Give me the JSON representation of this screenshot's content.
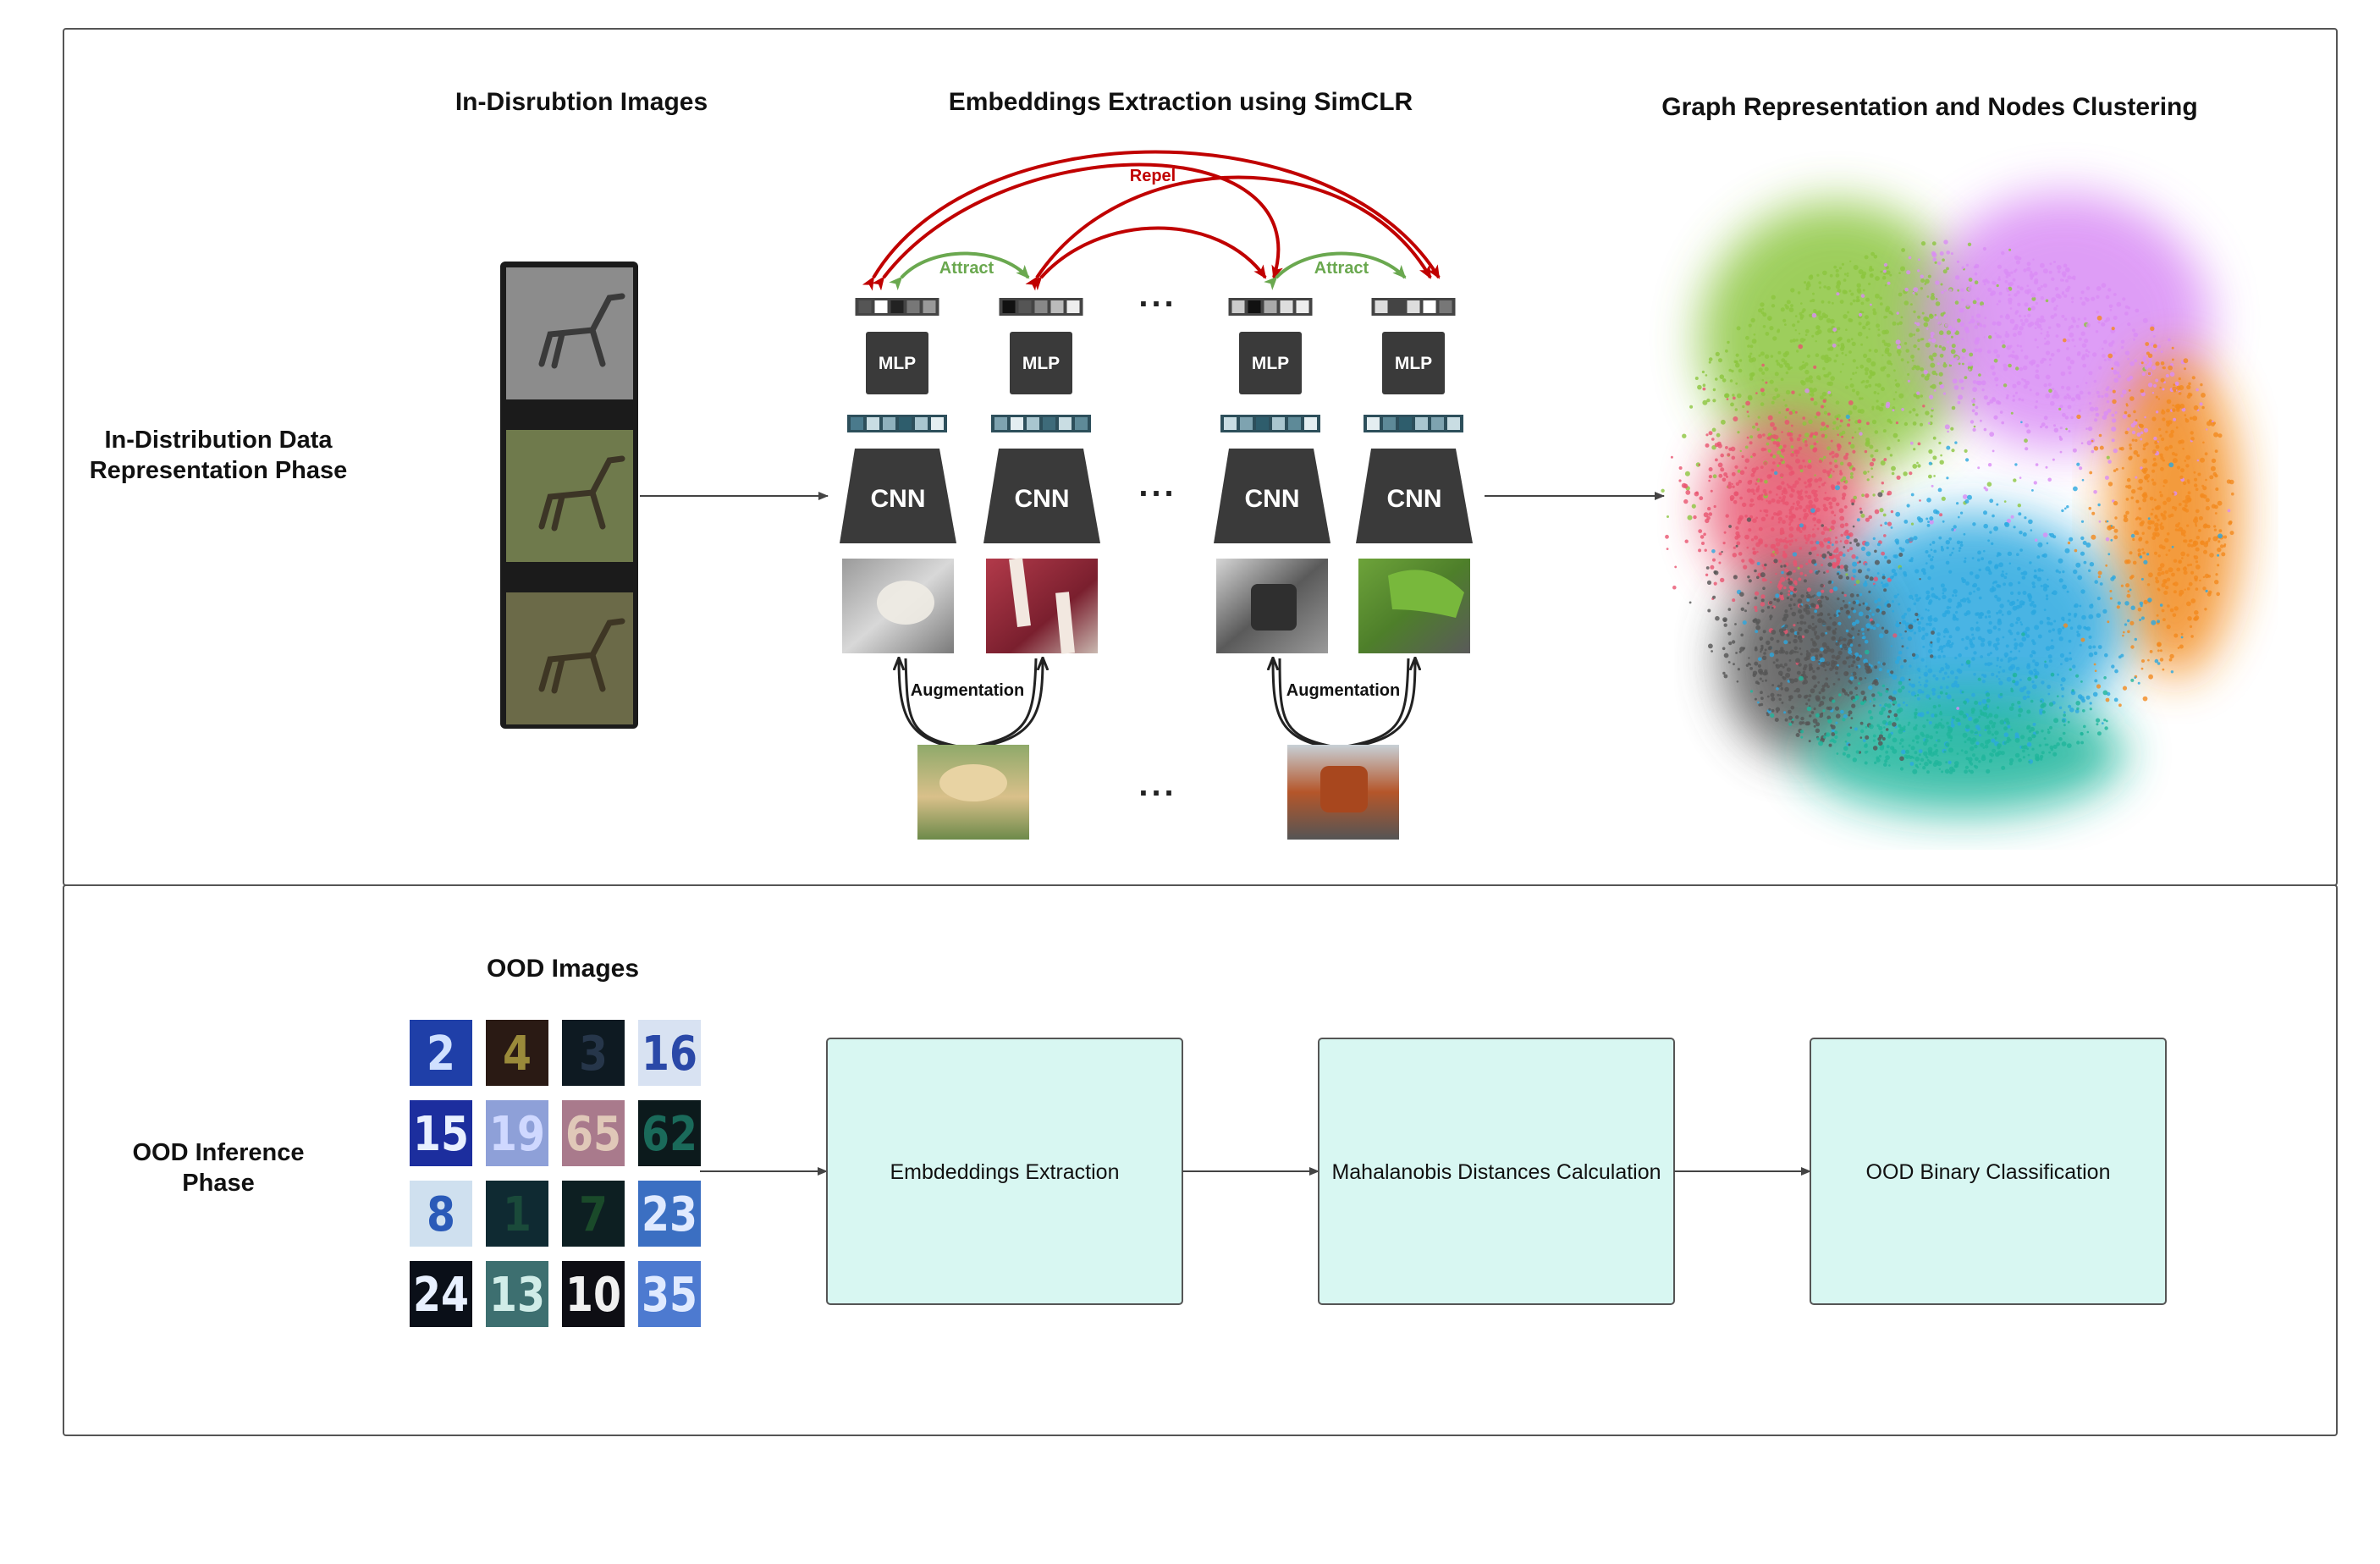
{
  "top_section": {
    "phase_label_line1": "In-Distribution Data",
    "phase_label_line2": "Representation Phase",
    "col1_title": "In-Disrubtion  Images",
    "col2_title": "Embeddings  Extraction using SimCLR",
    "col3_title": "Graph Representation and Nodes Clustering",
    "repel_label": "Repel",
    "attract_label": "Attract",
    "mlp_label": "MLP",
    "cnn_label": "CNN",
    "augmentation_label": "Augmentation",
    "ellipsis": "..."
  },
  "bottom_section": {
    "phase_label_line1": "OOD Inference",
    "phase_label_line2": "Phase",
    "images_title": "OOD  Images",
    "digit_tiles": [
      "2",
      "4",
      "3",
      "16",
      "15",
      "19",
      "65",
      "62",
      "8",
      "1",
      "7",
      "23",
      "24",
      "13",
      "10",
      "35"
    ],
    "pipeline": [
      "Embdeddings Extraction",
      "Mahalanobis Distances Calculation",
      "OOD Binary Classification"
    ]
  },
  "colors": {
    "box_fill": "#d8f7f2",
    "box_stroke": "#555555",
    "block_dark": "#3a3a3a",
    "repel": "#c00000",
    "attract": "#6aa84f",
    "clusters": [
      "#8cc63f",
      "#d98cf5",
      "#f28a1e",
      "#e8546f",
      "#2aa8e0",
      "#555555",
      "#1fb59b"
    ]
  }
}
